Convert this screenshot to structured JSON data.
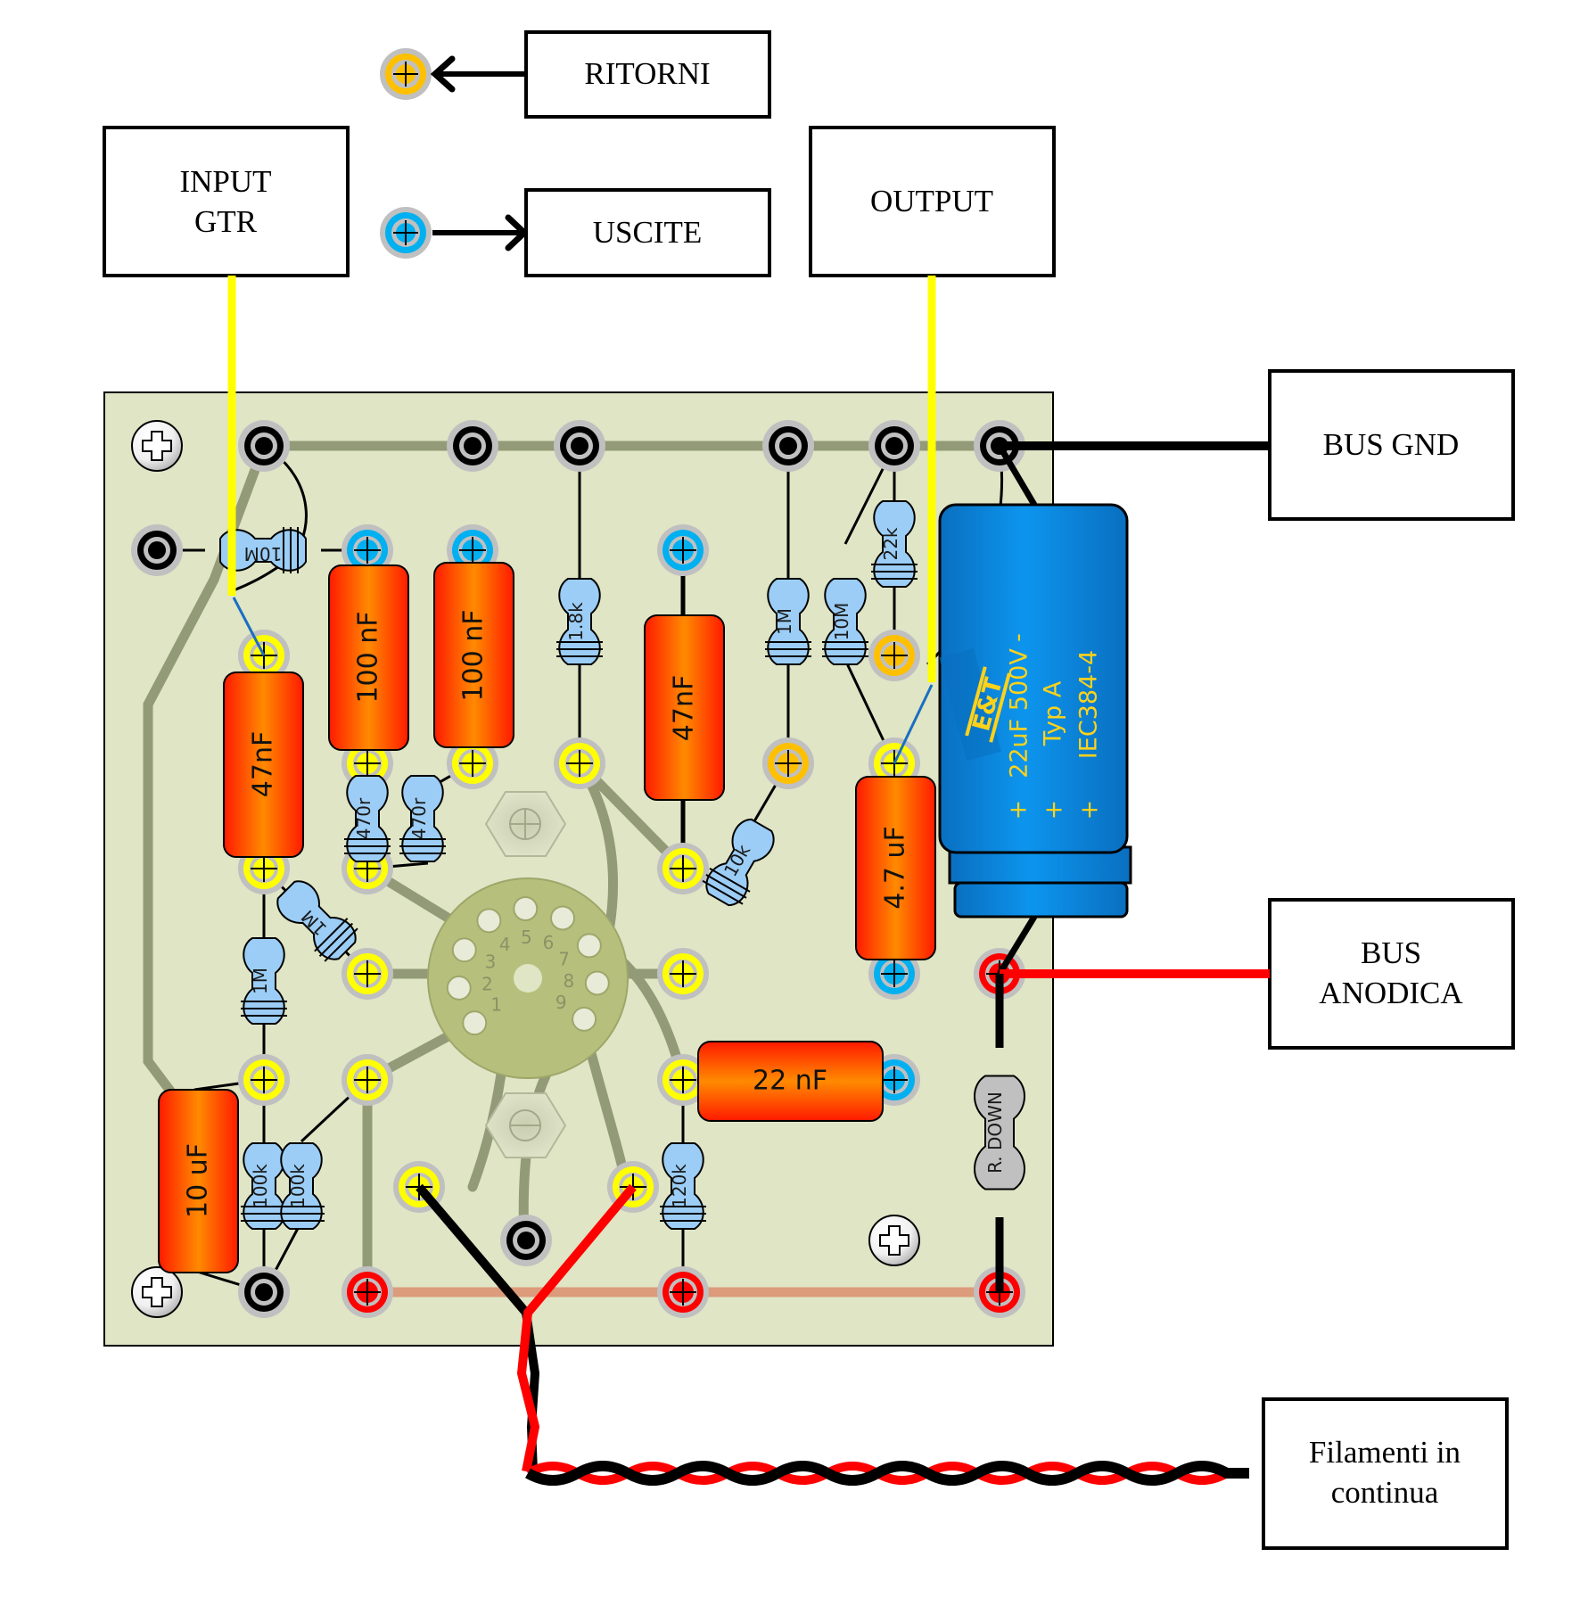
{
  "labels": {
    "ritorni": "RITORNI",
    "uscite": "USCITE",
    "input_line1": "INPUT",
    "input_line2": "GTR",
    "output": "OUTPUT",
    "bus_gnd": "BUS GND",
    "bus_anodica_line1": "BUS",
    "bus_anodica_line2": "ANODICA",
    "filamenti_line1": "Filamenti in",
    "filamenti_line2": "continua"
  },
  "legend": {
    "ritorni_pad_color": "#ffc000",
    "uscite_pad_color": "#00b0f0"
  },
  "colors": {
    "board": "#dfe5c5",
    "trace": "#939a78",
    "trace_power": "#dc9b7b",
    "input_wire": "#ffff00",
    "gnd_pad": "#000000",
    "yellow_pad": "#ffff00",
    "orange_pad": "#ffc000",
    "blue_pad": "#00b0f0",
    "red_pad": "#ff0000",
    "resistor": "#9bcdf6",
    "elco": "#0a86d8",
    "elco_text": "#ffd21a",
    "bus_anodica_wire": "#ff0000",
    "bus_gnd_wire": "#000000"
  },
  "resistors": {
    "r_10M_input": "10M",
    "r_1k8": "1.8k",
    "r_1M_top": "1M",
    "r_10M_top": "10M",
    "r_22k": "22k",
    "r_470r_a": "470r",
    "r_470r_b": "470r",
    "r_10k": "10k",
    "r_1M_diag": "1M",
    "r_1M_vert": "1M",
    "r_100k_a": "100k",
    "r_100k_b": "100k",
    "r_120k": "120k",
    "r_down": "R. DOWN"
  },
  "capacitors": {
    "c_100nF_a": "100 nF",
    "c_100nF_b": "100 nF",
    "c_47nF_left": "47nF",
    "c_47nF_mid": "47nF",
    "c_4u7": "4.7 uF",
    "c_22nF": "22 nF",
    "c_10uF": "10 uF"
  },
  "elco": {
    "brand": "E&T",
    "line1": "22uF 500V",
    "line2": "Typ A",
    "line3": "IEC384-4",
    "minus": "-",
    "plus": "+"
  },
  "tube_socket": {
    "type": "noval",
    "pins": [
      "1",
      "2",
      "3",
      "4",
      "5",
      "6",
      "7",
      "8",
      "9"
    ]
  }
}
